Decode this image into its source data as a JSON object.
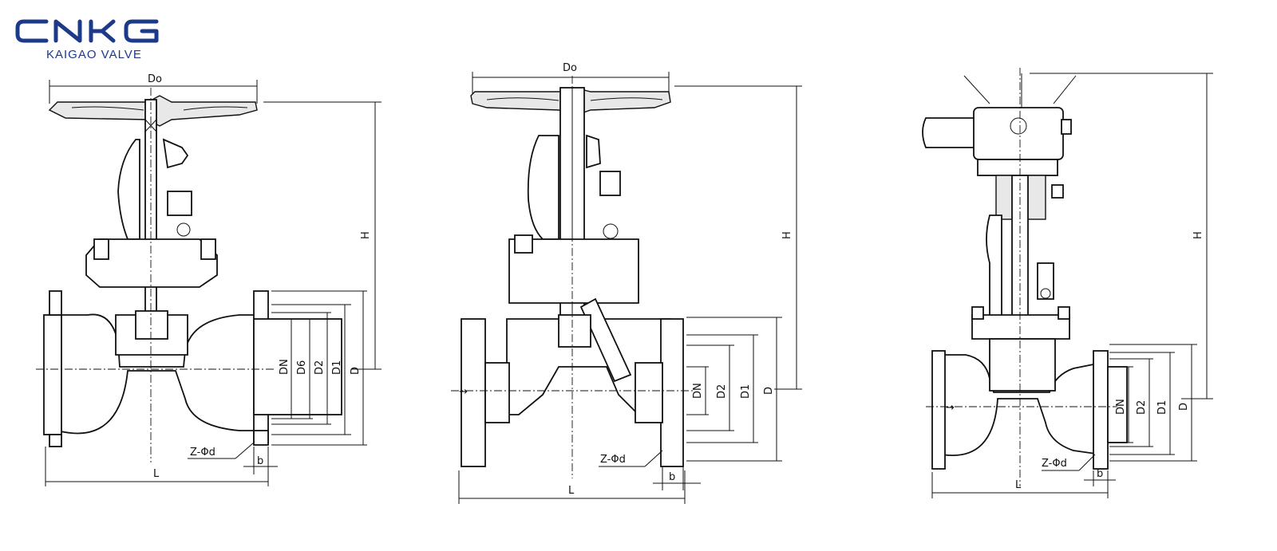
{
  "brand": {
    "name": "CNKG",
    "tagline": "KAIGAO VALVE",
    "color": "#1d3a8a"
  },
  "drawings": [
    {
      "labels": {
        "Do": "Do",
        "H": "H",
        "DN": "DN",
        "D6": "D6",
        "D2": "D2",
        "D1": "D1",
        "D": "D",
        "Z": "Z-Φd",
        "b": "b",
        "L": "L"
      }
    },
    {
      "labels": {
        "Do": "Do",
        "H": "H",
        "DN": "DN",
        "D2": "D2",
        "D1": "D1",
        "D": "D",
        "Z": "Z-Φd",
        "b": "b",
        "L": "L"
      }
    },
    {
      "labels": {
        "H": "H",
        "DN": "DN",
        "D2": "D2",
        "D1": "D1",
        "D": "D",
        "Z": "Z-Φd",
        "b": "b",
        "L": "L"
      }
    }
  ]
}
